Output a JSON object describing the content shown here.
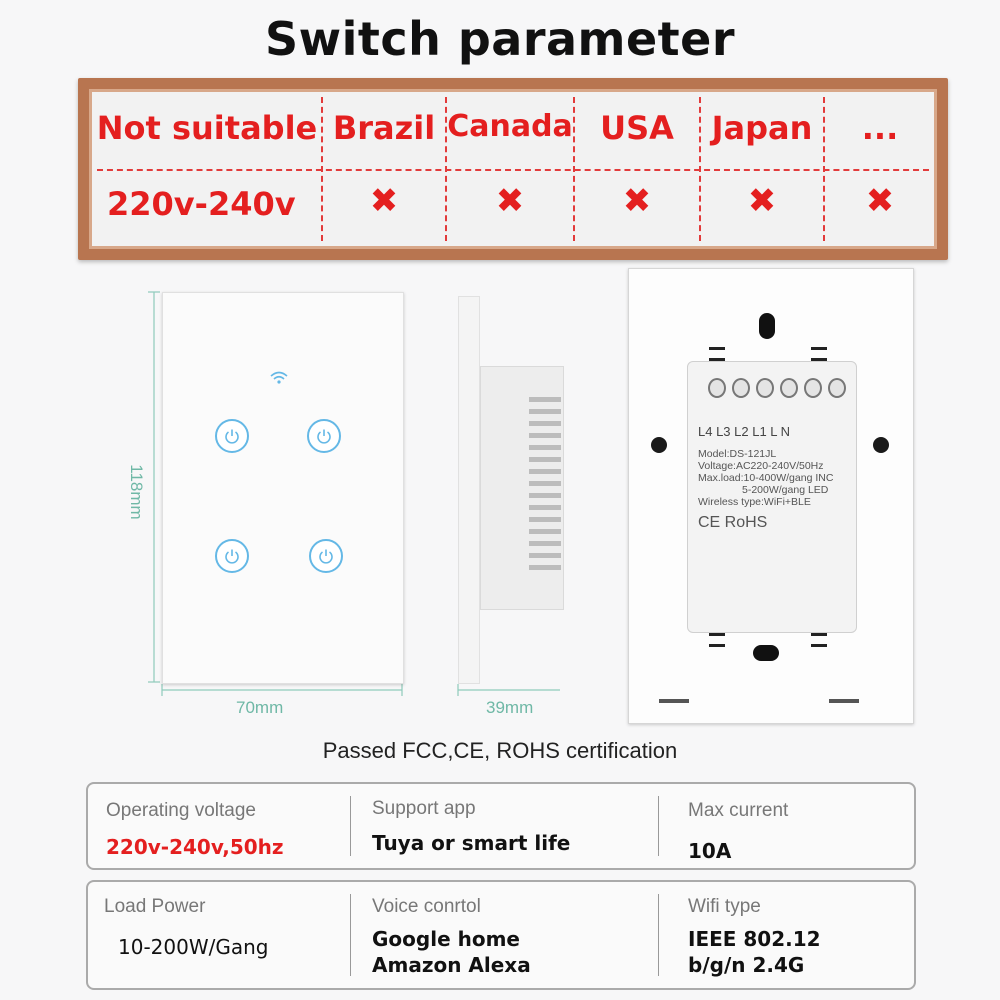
{
  "title": "Switch parameter",
  "table": {
    "row_label": "Not suitable",
    "voltage": "220v-240v",
    "countries": [
      "Brazil",
      "Canada",
      "USA",
      "Japan",
      "..."
    ],
    "mark": "✖"
  },
  "dimensions": {
    "height": "118mm",
    "width": "70mm",
    "depth": "39mm"
  },
  "back_label": {
    "terminals": "L4  L3  L2  L1   L   N",
    "model": "Model:DS-121JL",
    "voltage": "Voltage:AC220-240V/50Hz",
    "maxload1": "Max.load:10-400W/gang  INC",
    "maxload2": "5-200W/gang  LED",
    "wireless": "Wireless type:WiFi+BLE",
    "marks": "CE  RoHS"
  },
  "certification": "Passed FCC,CE, ROHS certification",
  "specs": {
    "row1": [
      {
        "key": "Operating voltage",
        "value": "220v-240v,50hz"
      },
      {
        "key": "Support app",
        "value": "Tuya or smart life"
      },
      {
        "key": "Max current",
        "value": "10A"
      }
    ],
    "row2": [
      {
        "key": "Load Power",
        "value": "10-200W/Gang"
      },
      {
        "key": "Voice conrtol",
        "value1": "Google home",
        "value2": "Amazon Alexa"
      },
      {
        "key": "Wifi type",
        "value1": "IEEE 802.12",
        "value2": "b/g/n  2.4G"
      }
    ]
  },
  "colors": {
    "accent_red": "#e41f1f",
    "frame": "#b87550",
    "touch_blue": "#64b8e6",
    "dimension": "#6fb8a6"
  }
}
